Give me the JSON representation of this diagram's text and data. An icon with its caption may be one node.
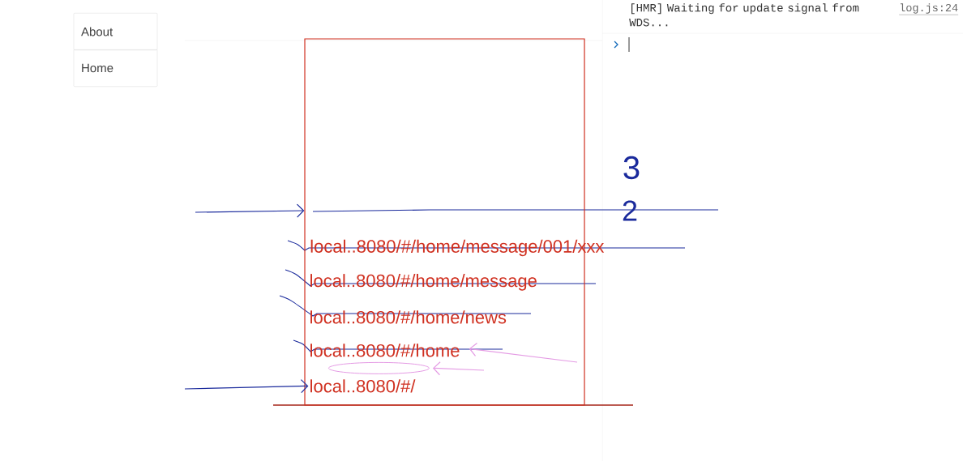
{
  "diagram": {
    "nodes": [
      {
        "text": [
          "About"
        ]
      },
      {
        "text": [
          "Home"
        ]
      },
      {
        "text": [],
        "shape": "box"
      },
      {
        "text": [
          "local..8080/#/home/message/001/xxx"
        ]
      },
      {
        "text": [
          "local..8080/#/home/message"
        ],
        "in": 2
      },
      {
        "text": [
          "local..8080/#/home/news"
        ],
        "in": 2
      },
      {
        "text": [
          "local..8080/#/home"
        ],
        "in": 2
      },
      {
        "text": [],
        "shape": "circle",
        "in": 2
      },
      {
        "text": [
          "local..8080/#/"
        ],
        "in": 2
      }
    ],
    "edges": [
      {
        "from": null,
        "to": 2,
        "arrow": "to"
      },
      {
        "from": null,
        "to": 8,
        "arrow": "to"
      },
      {
        "from": null,
        "to": 6,
        "arrow": "to",
        "color": "#e49be4"
      },
      {
        "from": null,
        "to": 7,
        "arrow": "to",
        "color": "#e49be4"
      }
    ],
    "labels": [
      "3",
      "2",
      "[HMR] Waiting for update signal from WDS...",
      "log.js:24"
    ]
  }
}
